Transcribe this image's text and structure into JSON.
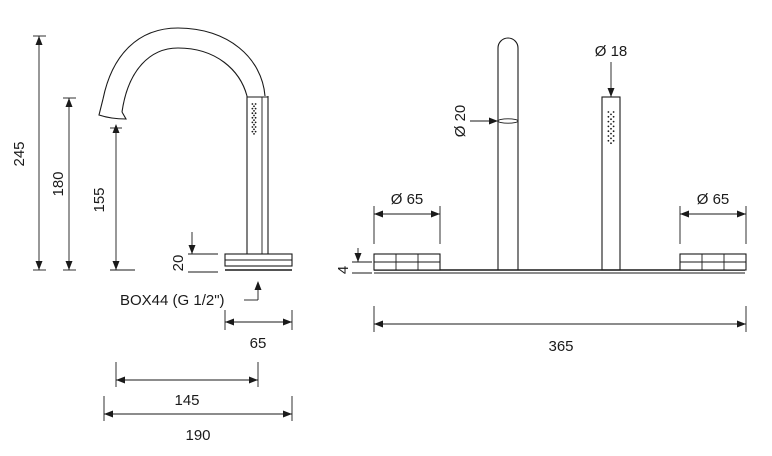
{
  "dimensions": {
    "side_height_total": "245",
    "side_height_spout": "180",
    "side_height_outlet": "155",
    "side_base_height": "20",
    "side_box": "BOX44 (G 1/2\")",
    "side_base_width": "65",
    "side_reach": "145",
    "side_depth_total": "190",
    "front_spout_diameter": "Ø 20",
    "front_handshower_diameter": "Ø 18",
    "front_handle_left_diameter": "Ø 65",
    "front_handle_right_diameter": "Ø 65",
    "front_plate_thickness": "4",
    "front_total_width": "365"
  }
}
